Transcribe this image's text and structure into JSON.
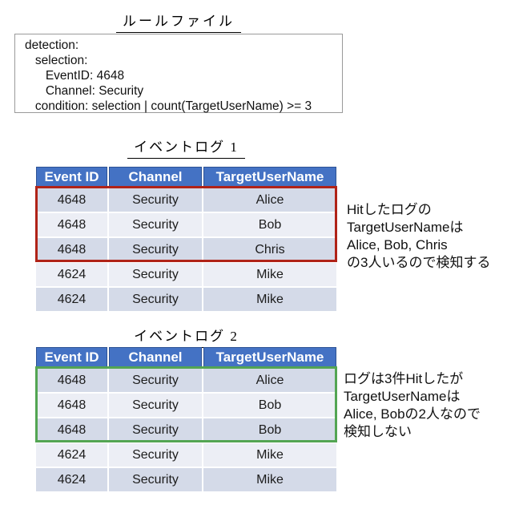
{
  "colors": {
    "header_bg": "#4472C4",
    "header_border": "#2E5395",
    "row_dark": "#D4DAE8",
    "row_light": "#ECEEF5",
    "highlight_log1": "#B02318",
    "highlight_log2": "#53A553",
    "rule_box_border": "#9A9A9A"
  },
  "rule_file": {
    "title": "ルールファイル",
    "lines": [
      "detection:",
      "   selection:",
      "      EventID: 4648",
      "      Channel: Security",
      "   condition: selection | count(TargetUserName) >= 3"
    ]
  },
  "log1": {
    "title": "イベントログ 1",
    "headers": [
      "Event ID",
      "Channel",
      "TargetUserName"
    ],
    "rows": [
      [
        "4648",
        "Security",
        "Alice"
      ],
      [
        "4648",
        "Security",
        "Bob"
      ],
      [
        "4648",
        "Security",
        "Chris"
      ],
      [
        "4624",
        "Security",
        "Mike"
      ],
      [
        "4624",
        "Security",
        "Mike"
      ]
    ],
    "annotation": [
      "Hitしたログの",
      "TargetUserNameは",
      "Alice, Bob, Chris",
      "の3人いるので検知する"
    ]
  },
  "log2": {
    "title": "イベントログ 2",
    "headers": [
      "Event ID",
      "Channel",
      "TargetUserName"
    ],
    "rows": [
      [
        "4648",
        "Security",
        "Alice"
      ],
      [
        "4648",
        "Security",
        "Bob"
      ],
      [
        "4648",
        "Security",
        "Bob"
      ],
      [
        "4624",
        "Security",
        "Mike"
      ],
      [
        "4624",
        "Security",
        "Mike"
      ]
    ],
    "annotation": [
      "ログは3件Hitしたが",
      "TargetUserNameは",
      "Alice, Bobの2人なので",
      "検知しない"
    ]
  }
}
